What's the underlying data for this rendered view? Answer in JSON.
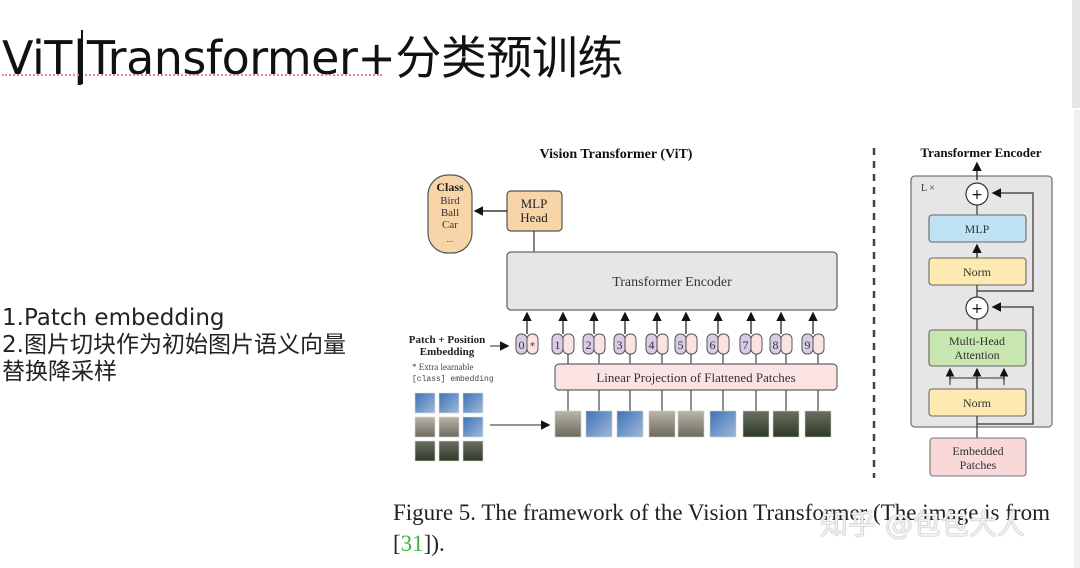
{
  "slide": {
    "title": "ViT|Transformer+分类预训练",
    "bullets": [
      "1.Patch embedding",
      "2.图片切块作为初始图片语义向量",
      "替换降采样"
    ]
  },
  "figure": {
    "vit_title": "Vision Transformer (ViT)",
    "class_box": {
      "title": "Class",
      "items": [
        "Bird",
        "Ball",
        "Car",
        "..."
      ]
    },
    "mlp_head": [
      "MLP",
      "Head"
    ],
    "encoder_label": "Transformer Encoder",
    "patch_position_label": [
      "Patch + Position",
      "Embedding"
    ],
    "extra_note": [
      "* Extra learnable",
      "[class] embedding"
    ],
    "tokens": [
      "0",
      "1",
      "2",
      "3",
      "4",
      "5",
      "6",
      "7",
      "8",
      "9"
    ],
    "class_token_mark": "*",
    "linear_projection": "Linear Projection of Flattened Patches",
    "encoder_detail": {
      "title": "Transformer Encoder",
      "repeat": "L ×",
      "blocks": [
        "MLP",
        "Norm",
        "Multi-Head Attention",
        "Norm"
      ],
      "input": [
        "Embedded",
        "Patches"
      ],
      "add_symbol": "+"
    },
    "colors": {
      "orange": "#f8d5a8",
      "gray_box": "#e6e6e6",
      "pink": "#fbe3e3",
      "purple": "#d8cce6",
      "blue": "#bfe3f5",
      "yellow": "#fdeab0",
      "green": "#c8e6b0",
      "embedded_pink": "#f8d8d8"
    }
  },
  "caption": {
    "text_before": "Figure 5. The framework of the Vision Transformer (The image is from [",
    "ref": "31",
    "text_after": "])."
  },
  "watermark": "知乎 @包包大人"
}
